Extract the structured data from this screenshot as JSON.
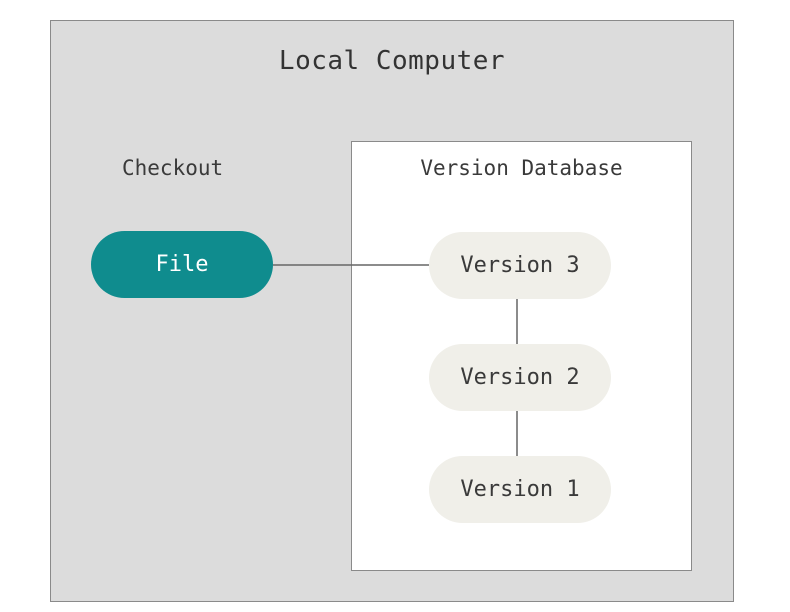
{
  "diagram": {
    "outer_title": "Local Computer",
    "checkout_label": "Checkout",
    "file_label": "File",
    "database_title": "Version Database",
    "versions": [
      {
        "label": "Version 3"
      },
      {
        "label": "Version 2"
      },
      {
        "label": "Version 1"
      }
    ]
  },
  "colors": {
    "outer_background": "#dcdcdc",
    "border": "#8a8a8a",
    "file_pill": "#0f8c8e",
    "version_pill": "#f0efe9",
    "connector": "#666666"
  }
}
